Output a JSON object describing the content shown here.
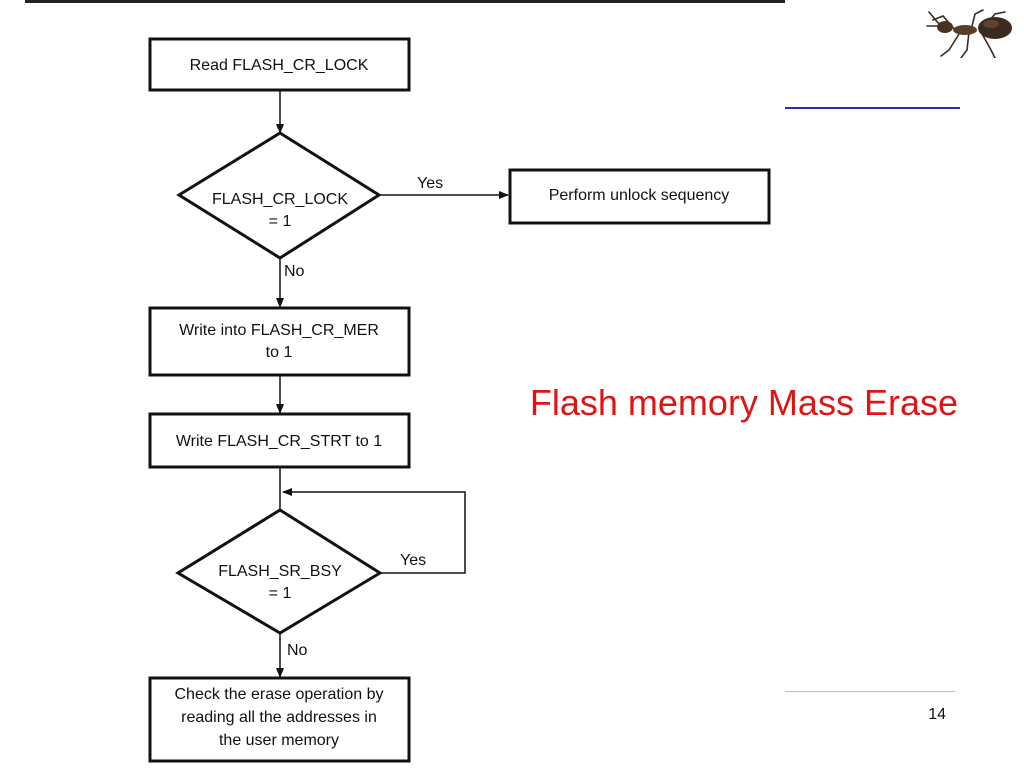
{
  "slide": {
    "title": "Flash memory Mass Erase",
    "page_number": "14"
  },
  "flowchart": {
    "read_lock": "Read FLASH_CR_LOCK",
    "lock_check": [
      "FLASH_CR_LOCK",
      "= 1"
    ],
    "lock_yes": "Yes",
    "unlock": "Perform unlock sequency",
    "lock_no": "No",
    "write_mer": [
      "Write into FLASH_CR_MER",
      "to 1"
    ],
    "write_strt": "Write FLASH_CR_STRT to 1",
    "bsy_check": [
      "FLASH_SR_BSY",
      "= 1"
    ],
    "bsy_yes": "Yes",
    "bsy_no": "No",
    "check_erase": [
      "Check the erase operation by",
      "reading all the addresses in",
      "the user memory"
    ]
  },
  "logo": {
    "icon": "ant-icon"
  },
  "colors": {
    "title": "#e11414",
    "accent_rule": "#2a2fa8"
  }
}
